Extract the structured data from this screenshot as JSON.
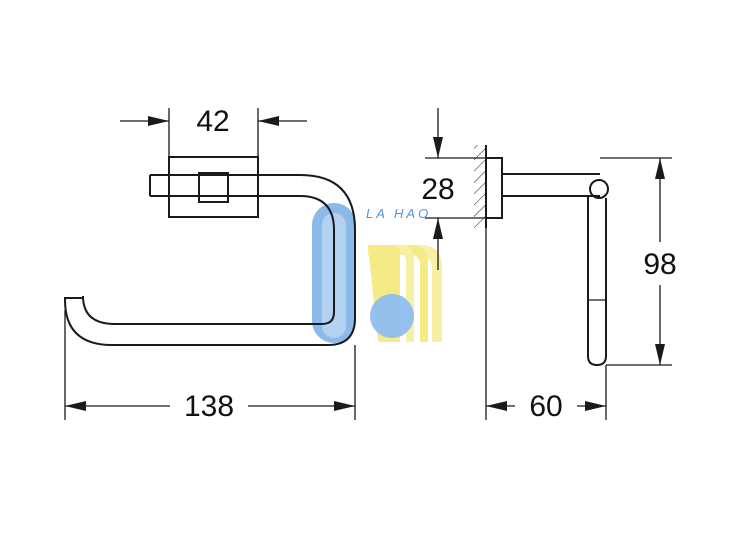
{
  "dimensions": {
    "width_top": "42",
    "depth_left": "28",
    "height_right": "98",
    "width_bottom": "138",
    "projection_bottom": "60"
  },
  "watermark": {
    "text": "LA HAO",
    "blue": "#7db1e8",
    "yellow": "#f5ef9a"
  },
  "colors": {
    "line": "#1a1a1a",
    "background": "#ffffff"
  }
}
